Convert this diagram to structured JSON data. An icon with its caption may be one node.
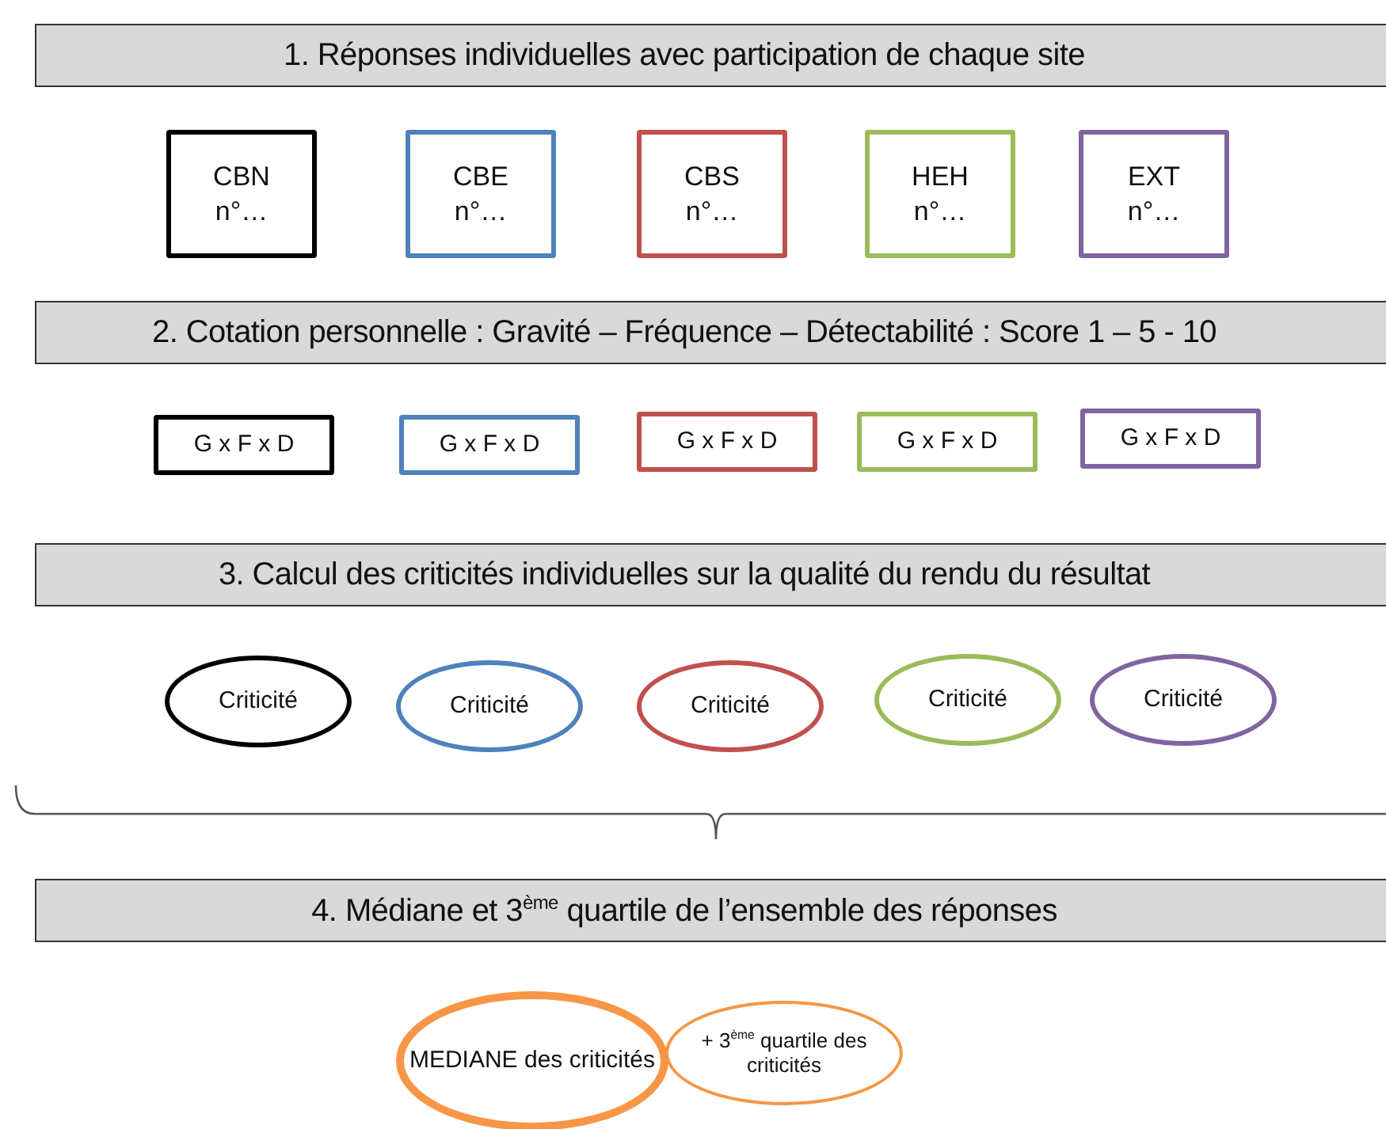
{
  "diagram": {
    "nodes": [
      {
        "text": [
          "1. Réponses individuelles avec participation de chaque site"
        ]
      },
      {
        "text": [
          "CBN",
          "n°…"
        ]
      },
      {
        "text": [
          "CBE",
          "n°…"
        ]
      },
      {
        "text": [
          "CBS",
          "n°…"
        ]
      },
      {
        "text": [
          "HEH",
          "n°…"
        ]
      },
      {
        "text": [
          "EXT",
          "n°…"
        ]
      },
      {
        "text": [
          "2. Cotation personnelle : Gravité – Fréquence – Détectabilité : Score 1 – 5 - 10"
        ]
      },
      {
        "text": [
          "G x F x D"
        ]
      },
      {
        "text": [
          "G x F x D"
        ]
      },
      {
        "text": [
          "G x F x D"
        ]
      },
      {
        "text": [
          "G x F x D"
        ]
      },
      {
        "text": [
          "G x F x D"
        ]
      },
      {
        "text": [
          "3. Calcul des criticités individuelles sur la qualité du rendu du résultat"
        ]
      },
      {
        "text": [
          "Criticité"
        ]
      },
      {
        "text": [
          "Criticité"
        ]
      },
      {
        "text": [
          "Criticité"
        ]
      },
      {
        "text": [
          "Criticité"
        ]
      },
      {
        "text": [
          "Criticité"
        ]
      },
      {
        "text": [
          "4. Médiane et 3$^{ème}$ quartile de l’ensemble des réponses"
        ]
      },
      {
        "text": [
          "MEDIANE des criticités"
        ]
      },
      {
        "text": [
          "+ 3$^{ème}$ quartile des criticités"
        ]
      }
    ]
  }
}
